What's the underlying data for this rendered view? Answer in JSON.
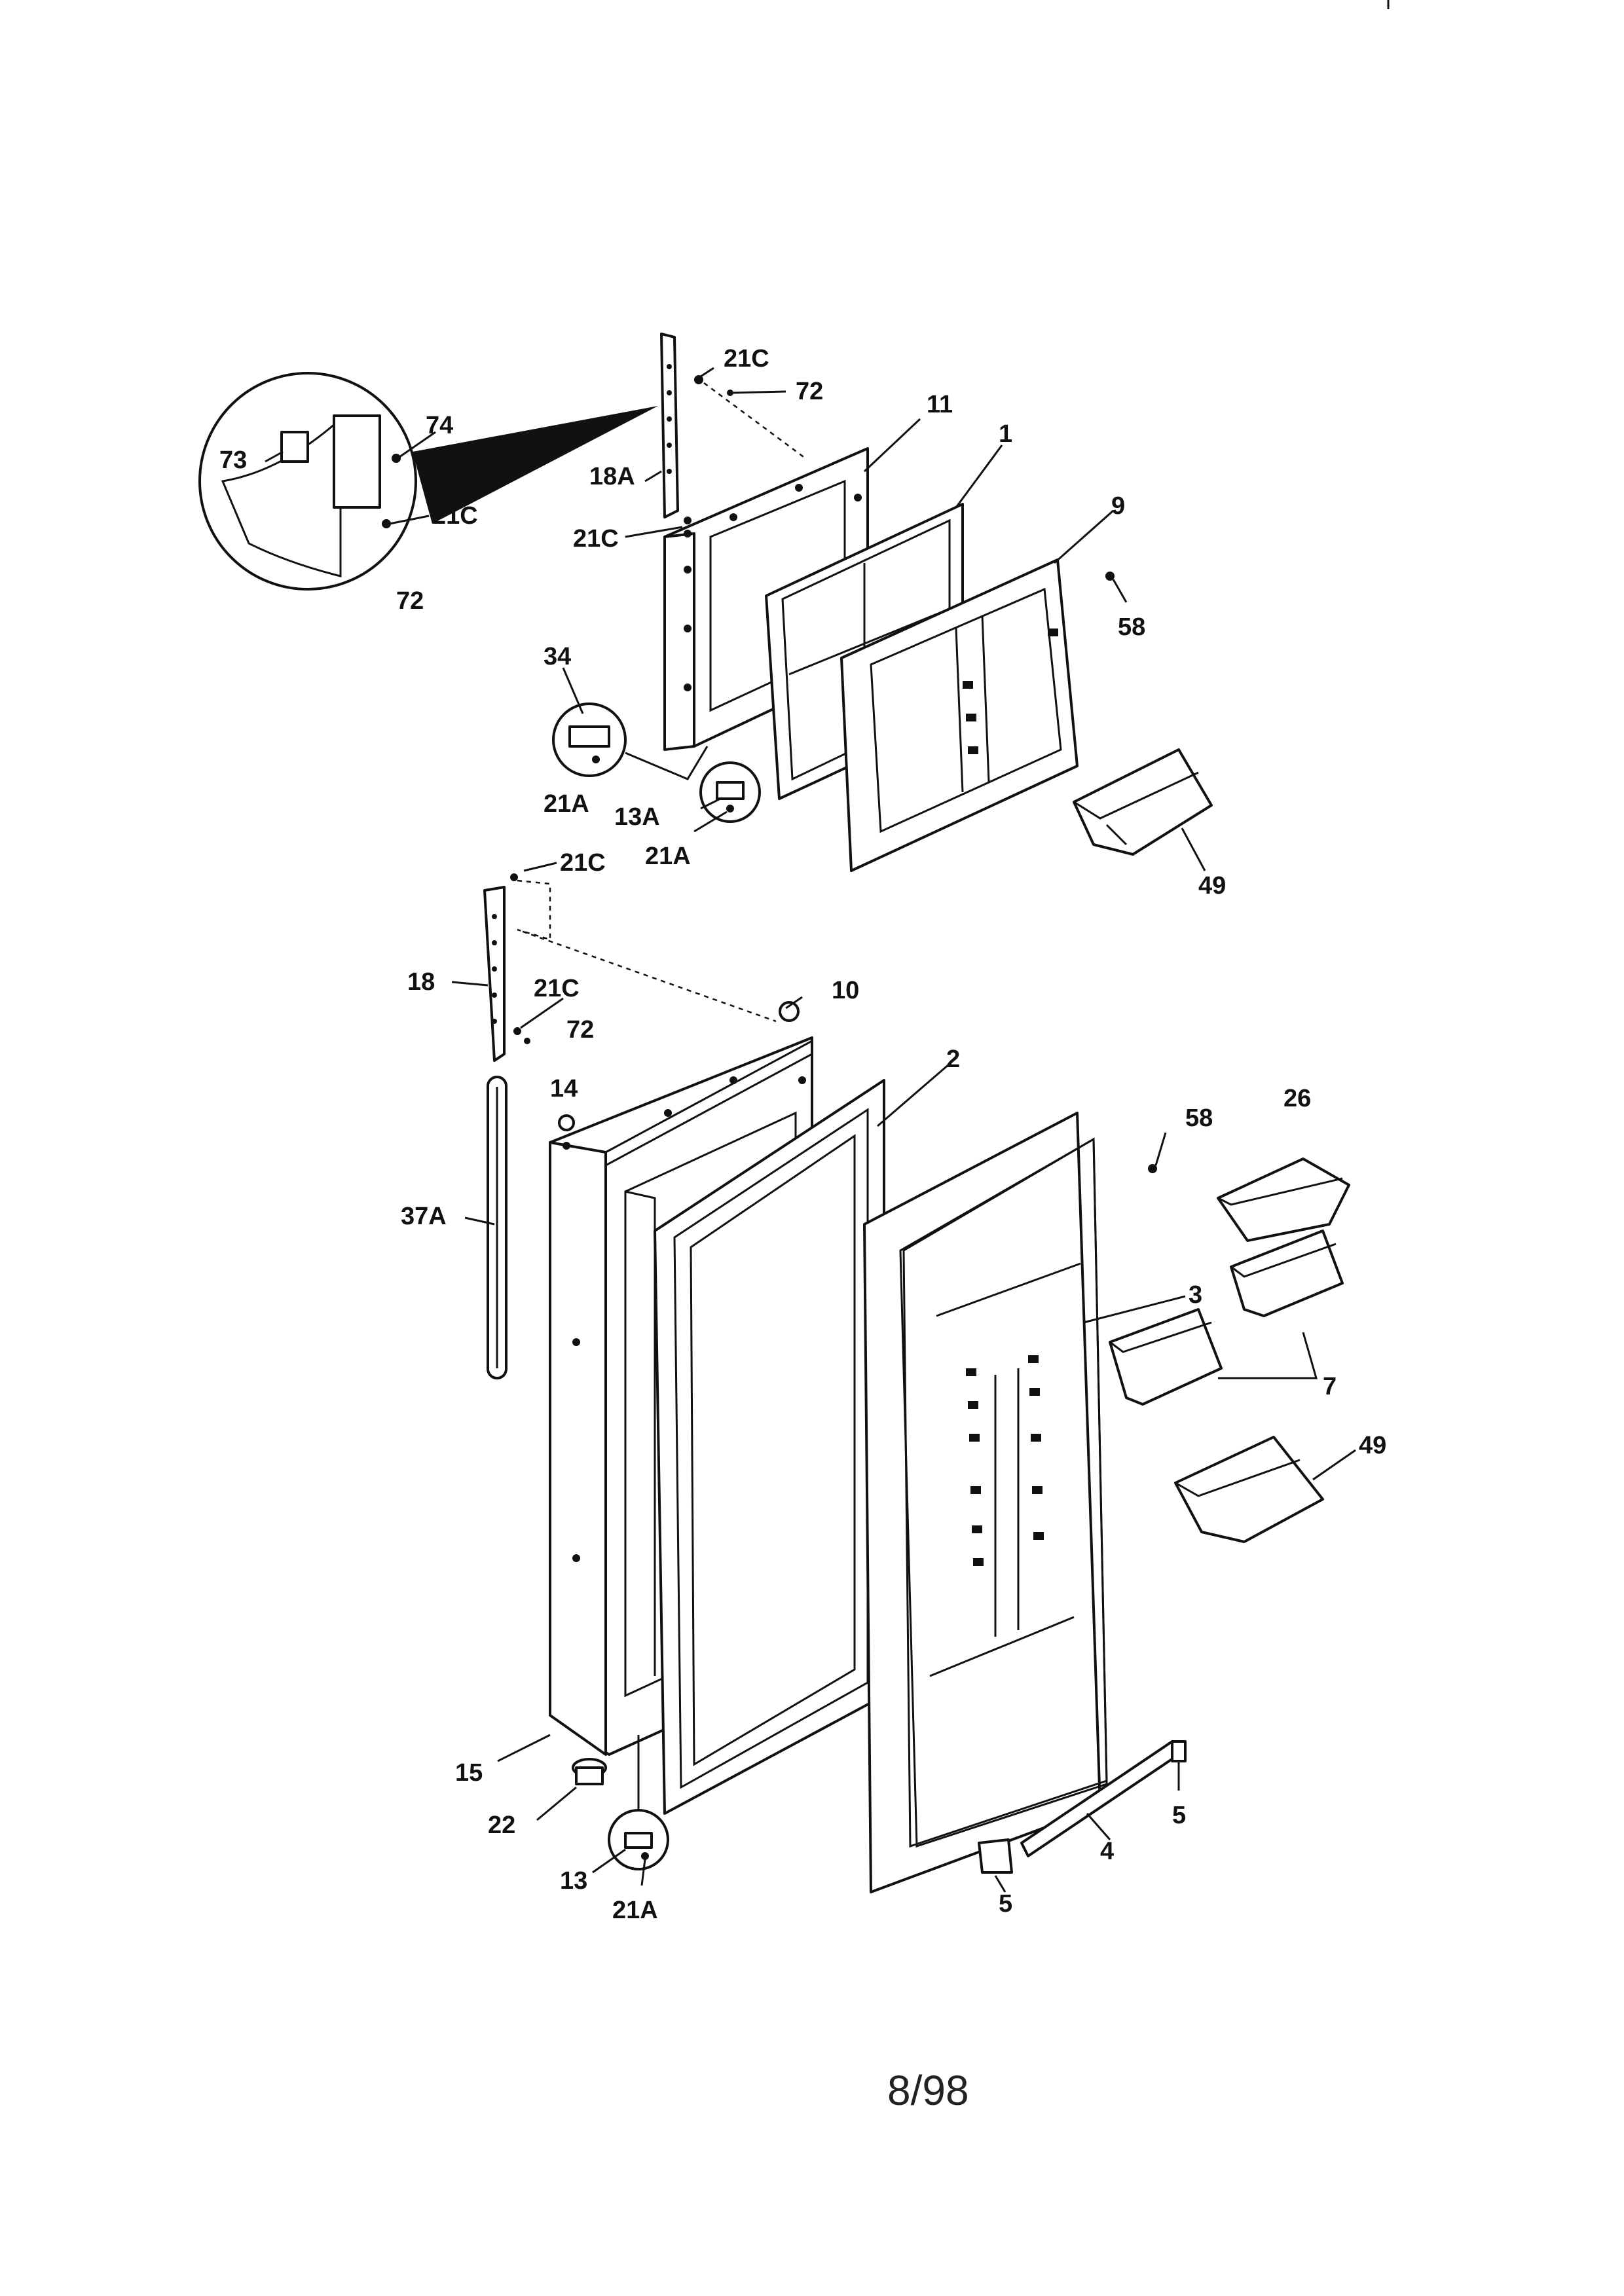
{
  "callouts": {
    "c_21c_top": "21C",
    "c_72_top": "72",
    "c_11": "11",
    "c_1": "1",
    "c_74": "74",
    "c_73": "73",
    "c_18a": "18A",
    "c_21c_detail": "21C",
    "c_21c_mid": "21C",
    "c_72_detail": "72",
    "c_9": "9",
    "c_58_top": "58",
    "c_34": "34",
    "c_21a_left": "21A",
    "c_13a": "13A",
    "c_21a_mid": "21A",
    "c_49_top": "49",
    "c_21c_lower": "21C",
    "c_18": "18",
    "c_21c_lower2": "21C",
    "c_72_lower": "72",
    "c_10": "10",
    "c_2": "2",
    "c_14": "14",
    "c_58_lower": "58",
    "c_26": "26",
    "c_37a": "37A",
    "c_3": "3",
    "c_7": "7",
    "c_49_lower": "49",
    "c_15": "15",
    "c_22": "22",
    "c_5_right": "5",
    "c_4": "4",
    "c_13": "13",
    "c_21a_bottom": "21A",
    "c_5_bottom": "5"
  },
  "footer": {
    "page_code": "8/98"
  }
}
